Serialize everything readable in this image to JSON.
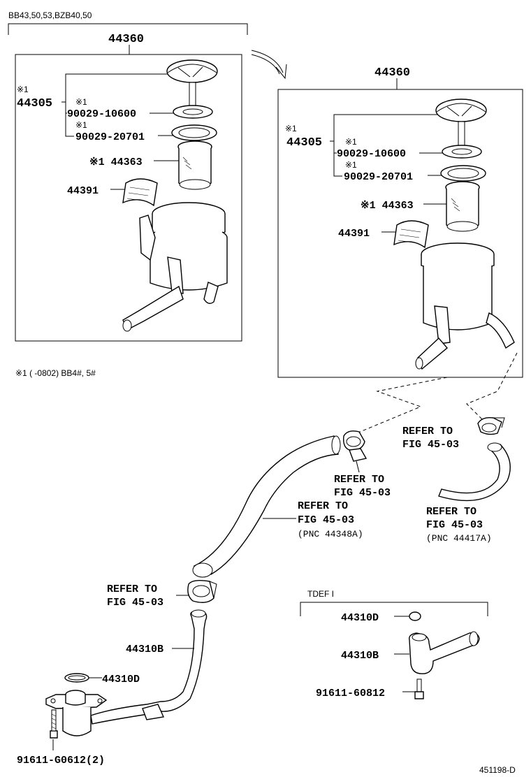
{
  "applicability": "BB43,50,53,BZB40,50",
  "left_group": {
    "assembly": "44360",
    "sub_mark": "※1",
    "sub_assembly": "44305",
    "gasket1_mark": "※1",
    "gasket1": "90029-10600",
    "gasket2_mark": "※1",
    "gasket2": "90029-20701",
    "strainer": "※1 44363",
    "label_part": "44391"
  },
  "right_group": {
    "assembly": "44360",
    "sub_mark": "※1",
    "sub_assembly": "44305",
    "gasket1_mark": "※1",
    "gasket1": "90029-10600",
    "gasket2_mark": "※1",
    "gasket2": "90029-20701",
    "strainer": "※1 44363",
    "label_part": "44391"
  },
  "footnote": "※1 (      -0802) BB4#, 5#",
  "refs": {
    "clamp_right": [
      "REFER TO",
      "FIG 45-03"
    ],
    "clamp_mid": [
      "REFER TO",
      "FIG 45-03"
    ],
    "hose_mid": [
      "REFER TO",
      "FIG 45-03",
      "(PNC 44348A)"
    ],
    "hose_right": [
      "REFER TO",
      "FIG 45-03",
      "(PNC 44417A)"
    ],
    "clamp_low": [
      "REFER TO",
      "FIG 45-03"
    ]
  },
  "lower_left": {
    "pipe": "44310B",
    "oring": "44310D",
    "bolt": "91611-G0612(2)"
  },
  "tdef": {
    "heading": "TDEF I",
    "oring": "44310D",
    "pipe": "44310B",
    "bolt": "91611-60812"
  },
  "diagram_id": "451198-D"
}
